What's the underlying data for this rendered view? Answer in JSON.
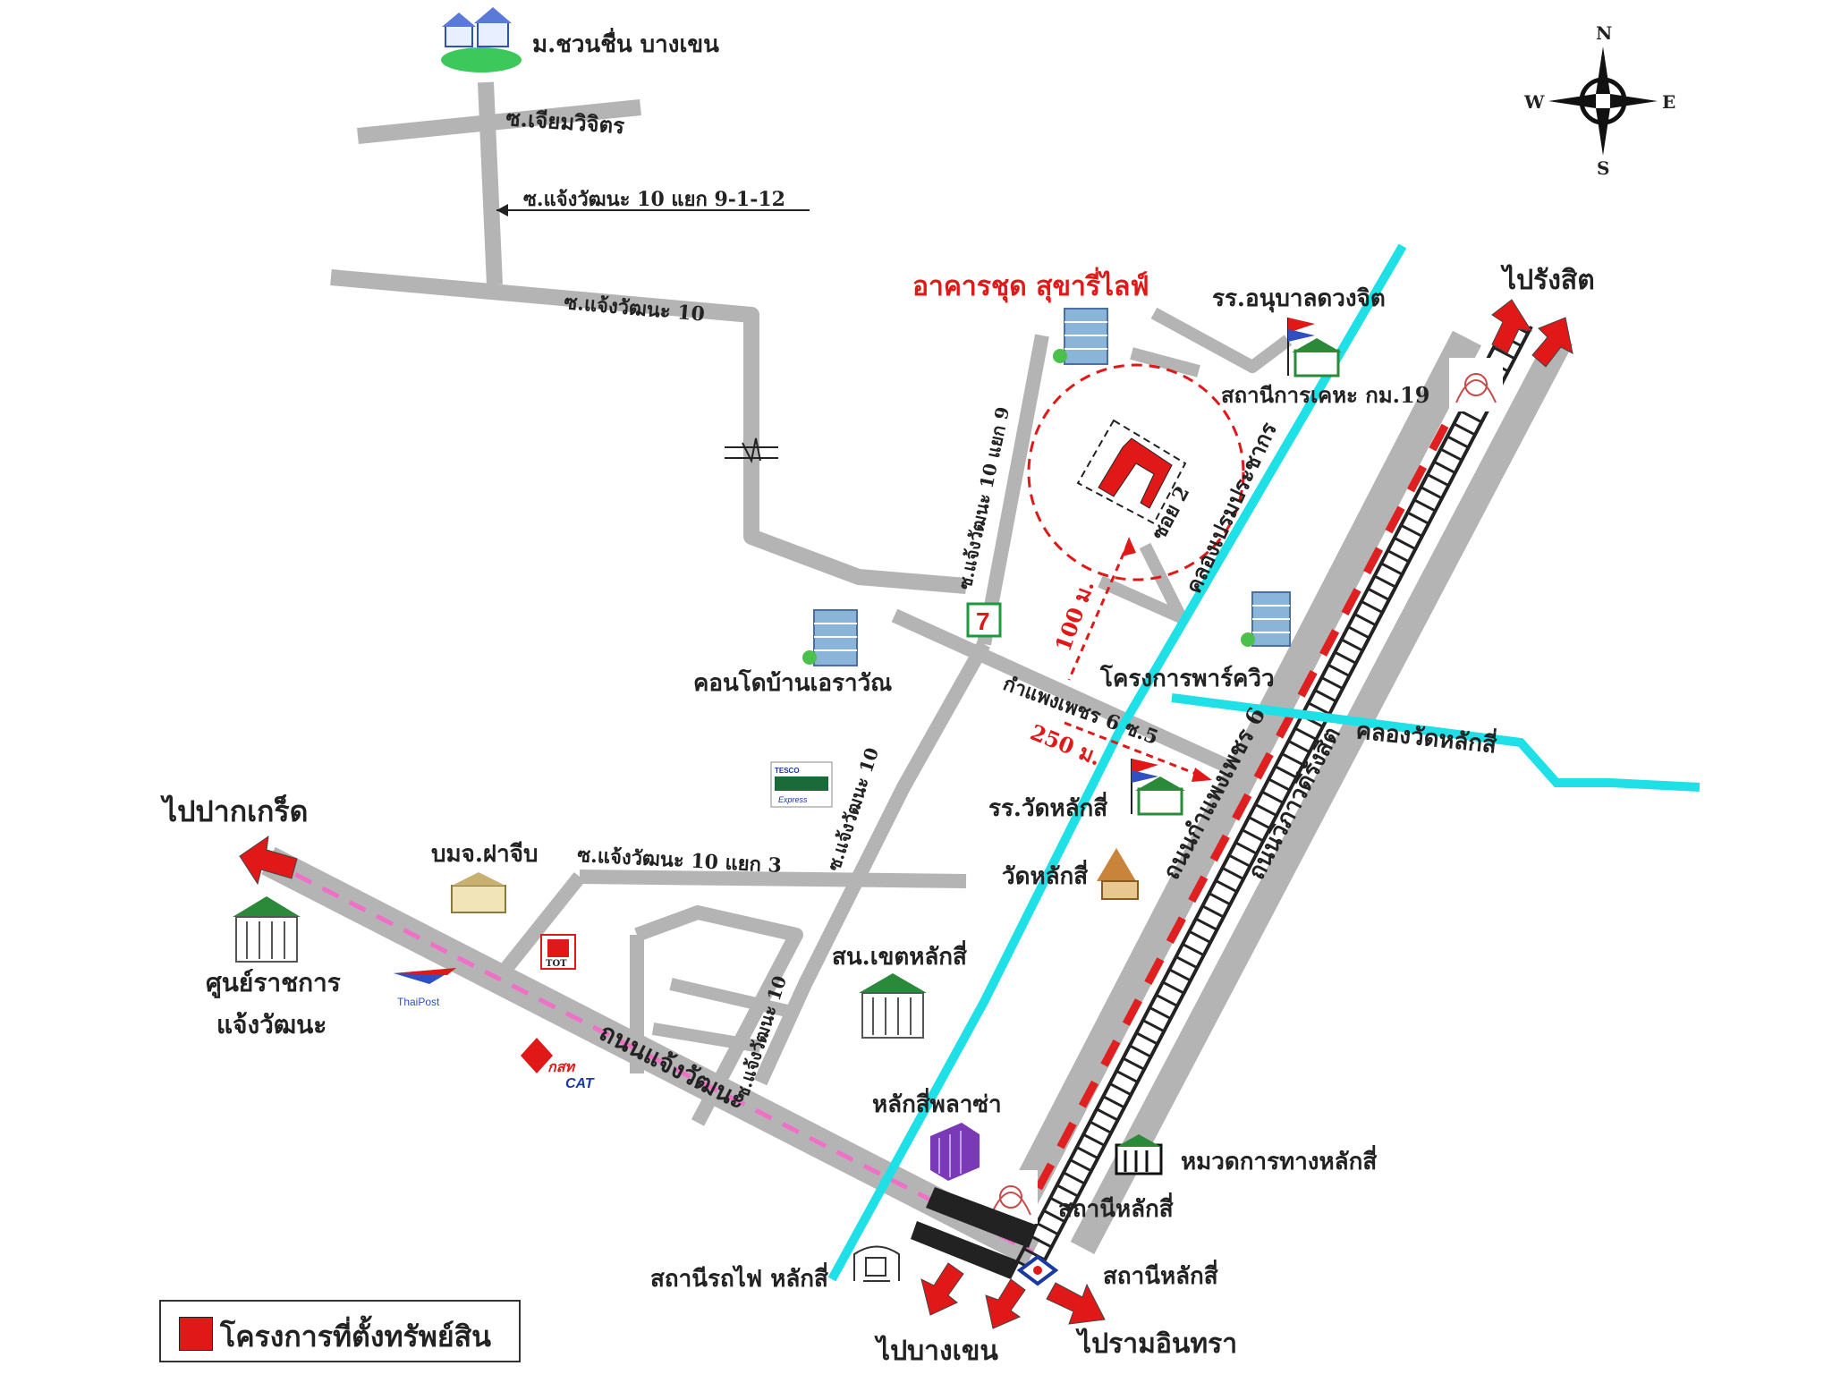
{
  "colors": {
    "road": "#b4b4b4",
    "canal": "#1fe0e6",
    "project": "#e01818",
    "railway": "#222222",
    "tollway_dash": "#e02020",
    "pink_dash": "#f070c8",
    "building_blue": "#8ab4d8"
  },
  "compass": {
    "n": "N",
    "s": "S",
    "e": "E",
    "w": "W"
  },
  "labels": {
    "village": "ม.ชวนชื่น บางเขน",
    "soi_chiam": "ซ.เจียมวิจิตร",
    "soi_10_9_1_12": "ซ.แจ้งวัฒนะ 10 แยก 9-1-12",
    "soi_10": "ซ.แจ้งวัฒนะ 10",
    "project_name": "อาคารชุด สุขารี่ไลฟ์",
    "school_anuban": "รร.อนุบาลดวงจิต",
    "station_km19": "สถานีการเคหะ กม.19",
    "to_rangsit": "ไปรังสิต",
    "soi_10_9": "ซ.แจ้งวัฒนะ 10 แยก 9",
    "klong_prem": "คลองเปรมประชากร",
    "soi_2": "ซอย 2",
    "dist_100": "100 ม.",
    "condo_ban_erawan": "คอนโดบ้านเอราวัณ",
    "park_view": "โครงการพาร์ควิว",
    "kamphaeng_soi5": "กำแพงเพชร 6 ซ.5",
    "dist_250": "250 ม.",
    "kamphaeng_6": "ถนนกำแพงเพชร 6",
    "klong_wat_laksi": "คลองวัดหลักสี่",
    "vibhavadi": "ถนนวิภาวดีรังสิต",
    "school_wat_laksi": "รร.วัดหลักสี่",
    "to_pakkret": "ไปปากเกร็ด",
    "bomjo_fa": "บมจ.ฝาจีบ",
    "soi_10_3": "ซ.แจ้งวัฒนะ 10 แยก 3",
    "soi_10_b": "ซ.แจ้งวัฒนะ 10",
    "wat_laksi": "วัดหลักสี่",
    "govt_center_1": "ศูนย์ราชการ",
    "govt_center_2": "แจ้งวัฒนะ",
    "police_laksi": "สน.เขตหลักสี่",
    "chaeng_road": "ถนนแจ้งวัฒนะ",
    "soi_10_c": "ซ.แจ้งวัฒนะ 10",
    "laksi_plaza": "หลักสี่พลาซ่า",
    "hw_dept": "หมวดการทางหลักสี่",
    "station_laksi": "สถานีหลักสี่",
    "train_station": "สถานีรถไฟ หลักสี่",
    "station_laksi2": "สถานีหลักสี่",
    "to_bangkhen": "ไปบางเขน",
    "to_ramintra": "ไปรามอินทรา",
    "tesco": "TESCO Lotus Express",
    "cat": "CAT",
    "cat_th": "กสท",
    "tot": "TOT",
    "thaipost": "ThaiPost"
  },
  "legend": {
    "label": "โครงการที่ตั้งทรัพย์สิน"
  },
  "icons": {
    "compass": "compass-rose-icon",
    "village": "houses-icon",
    "project_building": "office-building-icon",
    "seven_eleven": "7-eleven-icon",
    "school": "school-icon",
    "temple": "temple-icon",
    "government": "government-building-icon",
    "station": "station-emblem-icon",
    "mall": "shopping-mall-icon",
    "hw_dept": "highway-office-icon",
    "train": "train-station-icon",
    "srt": "srt-logo-icon",
    "factory": "factory-icon"
  }
}
